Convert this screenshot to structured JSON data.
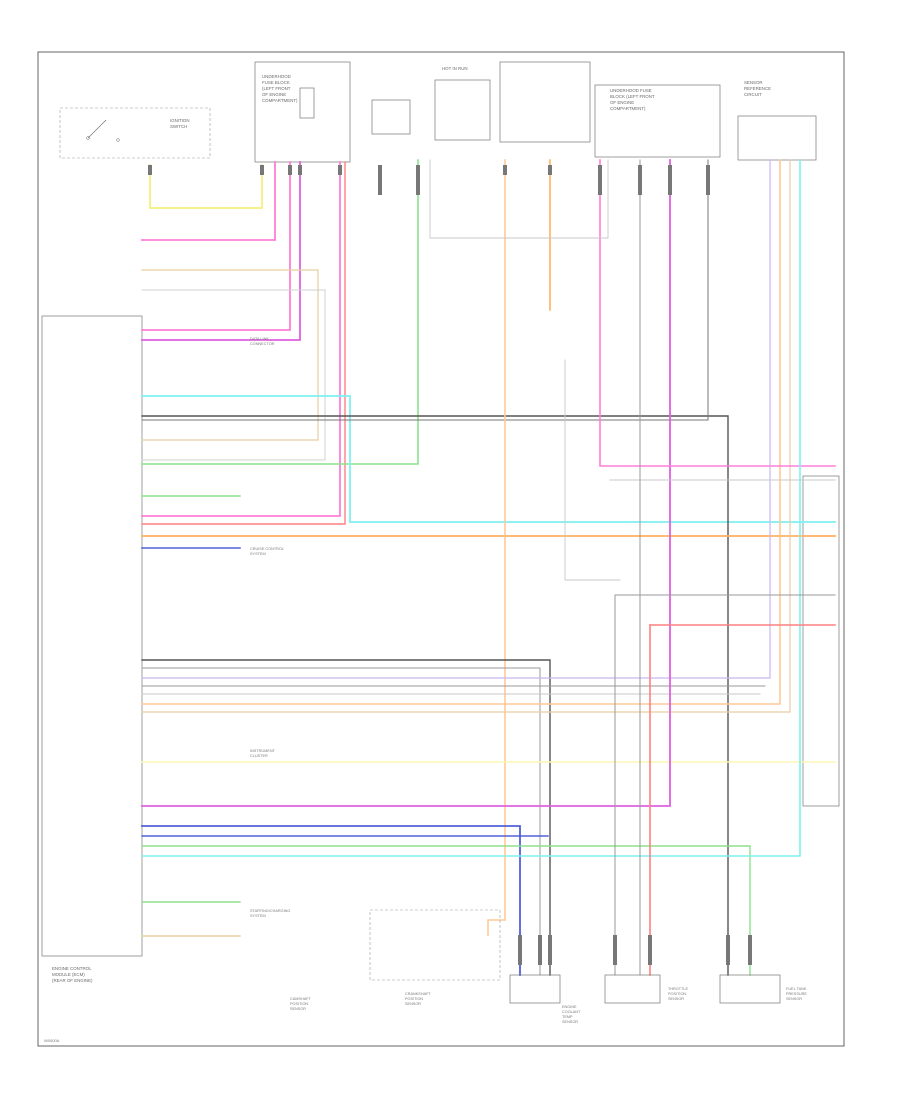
{
  "diagram": {
    "footer_code": "W0000A",
    "ecm_label": [
      "ENGINE CONTROL",
      "MODULE (ECM)",
      "(REAR OF ENGINE)"
    ],
    "top_components": [
      {
        "id": "ign",
        "lines": [
          "IGNITION",
          "SWITCH"
        ]
      },
      {
        "id": "fuse1",
        "lines": [
          "UNDERHOOD",
          "FUSE BLOCK",
          "(LEFT FRONT",
          "OF ENGINE",
          "COMPARTMENT)"
        ]
      },
      {
        "id": "hot_run",
        "lines": [
          "HOT IN RUN"
        ]
      },
      {
        "id": "fuse2",
        "lines": [
          "UNDERHOOD FUSE",
          "BLOCK (LEFT FRONT",
          "OF ENGINE",
          "COMPARTMENT)"
        ]
      },
      {
        "id": "sensor_block",
        "lines": [
          "SENSOR",
          "REFERENCE",
          "CIRCUIT"
        ]
      }
    ],
    "side_refs": [
      {
        "id": "ref1",
        "lines": [
          "DATA LINK",
          "CONNECTOR"
        ]
      },
      {
        "id": "ref2",
        "lines": [
          "CRUISE CONTROL",
          "SYSTEM"
        ]
      },
      {
        "id": "ref3",
        "lines": [
          "INSTRUMENT",
          "CLUSTER"
        ]
      },
      {
        "id": "ref4",
        "lines": [
          "STARTING/CHARGING",
          "SYSTEM"
        ]
      }
    ],
    "bottom_components": [
      {
        "id": "b1",
        "lines": [
          "CAMSHAFT",
          "POSITION",
          "SENSOR"
        ]
      },
      {
        "id": "b2",
        "lines": [
          "CRANKSHAFT",
          "POSITION",
          "SENSOR"
        ]
      },
      {
        "id": "b3",
        "lines": [
          "ENGINE",
          "COOLANT",
          "TEMP",
          "SENSOR"
        ]
      },
      {
        "id": "b4",
        "lines": [
          "THROTTLE",
          "POSITION",
          "SENSOR"
        ]
      },
      {
        "id": "b5",
        "lines": [
          "FUEL TANK",
          "PRESSURE",
          "SENSOR"
        ]
      }
    ],
    "colors": {
      "yellow": "#f4f28a",
      "pink": "#ff7fd6",
      "magenta": "#e060e0",
      "orange": "#ffb060",
      "light_orange": "#ffc898",
      "cyan": "#7ff0f0",
      "green": "#8de08d",
      "blue": "#5060d8",
      "dark_gray": "#555555",
      "gray": "#9a9a9a",
      "light_gray": "#c8c8c8",
      "red": "#ff8080",
      "tan": "#e6cfa0",
      "lavender": "#c8b8f0",
      "light_yellow": "#fbf7b0"
    }
  }
}
